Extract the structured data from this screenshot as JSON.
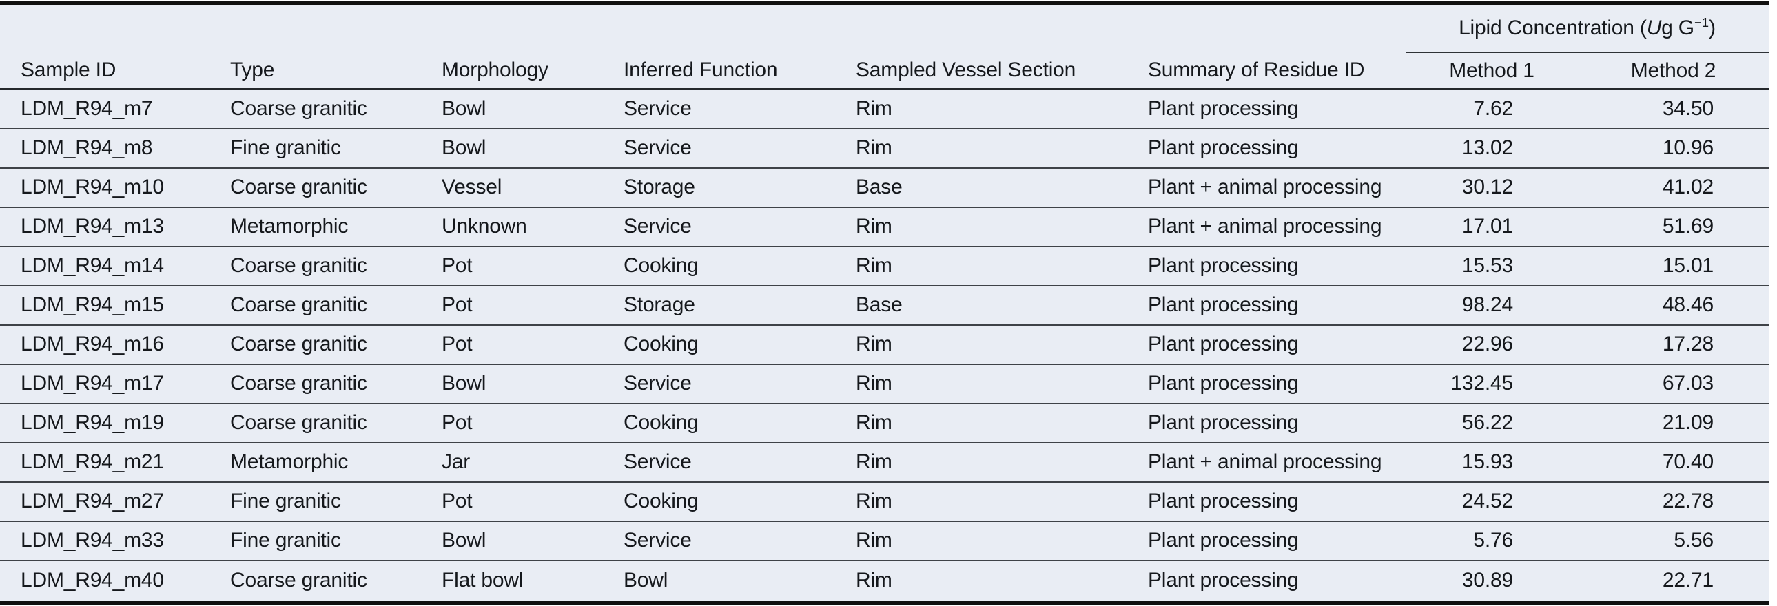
{
  "table": {
    "colors": {
      "background": "#e9edf4",
      "text": "#15181c",
      "thick_rule": "#101010",
      "row_rule": "#3e4247"
    },
    "group_header": {
      "prefix": "Lipid Concentration (",
      "unit_italic": "U",
      "unit_mid": "g G",
      "unit_sup": "−1",
      "suffix": ")"
    },
    "columns": [
      "Sample ID",
      "Type",
      "Morphology",
      "Inferred Function",
      "Sampled Vessel Section",
      "Summary of Residue ID",
      "Method 1",
      "Method 2"
    ],
    "rows": [
      [
        "LDM_R94_m7",
        "Coarse granitic",
        "Bowl",
        "Service",
        "Rim",
        "Plant processing",
        "7.62",
        "34.50"
      ],
      [
        "LDM_R94_m8",
        "Fine granitic",
        "Bowl",
        "Service",
        "Rim",
        "Plant processing",
        "13.02",
        "10.96"
      ],
      [
        "LDM_R94_m10",
        "Coarse granitic",
        "Vessel",
        "Storage",
        "Base",
        "Plant + animal processing",
        "30.12",
        "41.02"
      ],
      [
        "LDM_R94_m13",
        "Metamorphic",
        "Unknown",
        "Service",
        "Rim",
        "Plant + animal processing",
        "17.01",
        "51.69"
      ],
      [
        "LDM_R94_m14",
        "Coarse granitic",
        "Pot",
        "Cooking",
        "Rim",
        "Plant processing",
        "15.53",
        "15.01"
      ],
      [
        "LDM_R94_m15",
        "Coarse granitic",
        "Pot",
        "Storage",
        "Base",
        "Plant processing",
        "98.24",
        "48.46"
      ],
      [
        "LDM_R94_m16",
        "Coarse granitic",
        "Pot",
        "Cooking",
        "Rim",
        "Plant processing",
        "22.96",
        "17.28"
      ],
      [
        "LDM_R94_m17",
        "Coarse granitic",
        "Bowl",
        "Service",
        "Rim",
        "Plant processing",
        "132.45",
        "67.03"
      ],
      [
        "LDM_R94_m19",
        "Coarse granitic",
        "Pot",
        "Cooking",
        "Rim",
        "Plant processing",
        "56.22",
        "21.09"
      ],
      [
        "LDM_R94_m21",
        "Metamorphic",
        "Jar",
        "Service",
        "Rim",
        "Plant + animal processing",
        "15.93",
        "70.40"
      ],
      [
        "LDM_R94_m27",
        "Fine granitic",
        "Pot",
        "Cooking",
        "Rim",
        "Plant processing",
        "24.52",
        "22.78"
      ],
      [
        "LDM_R94_m33",
        "Fine granitic",
        "Bowl",
        "Service",
        "Rim",
        "Plant processing",
        "5.76",
        "5.56"
      ],
      [
        "LDM_R94_m40",
        "Coarse granitic",
        "Flat bowl",
        "Bowl",
        "Rim",
        "Plant processing",
        "30.89",
        "22.71"
      ]
    ]
  }
}
